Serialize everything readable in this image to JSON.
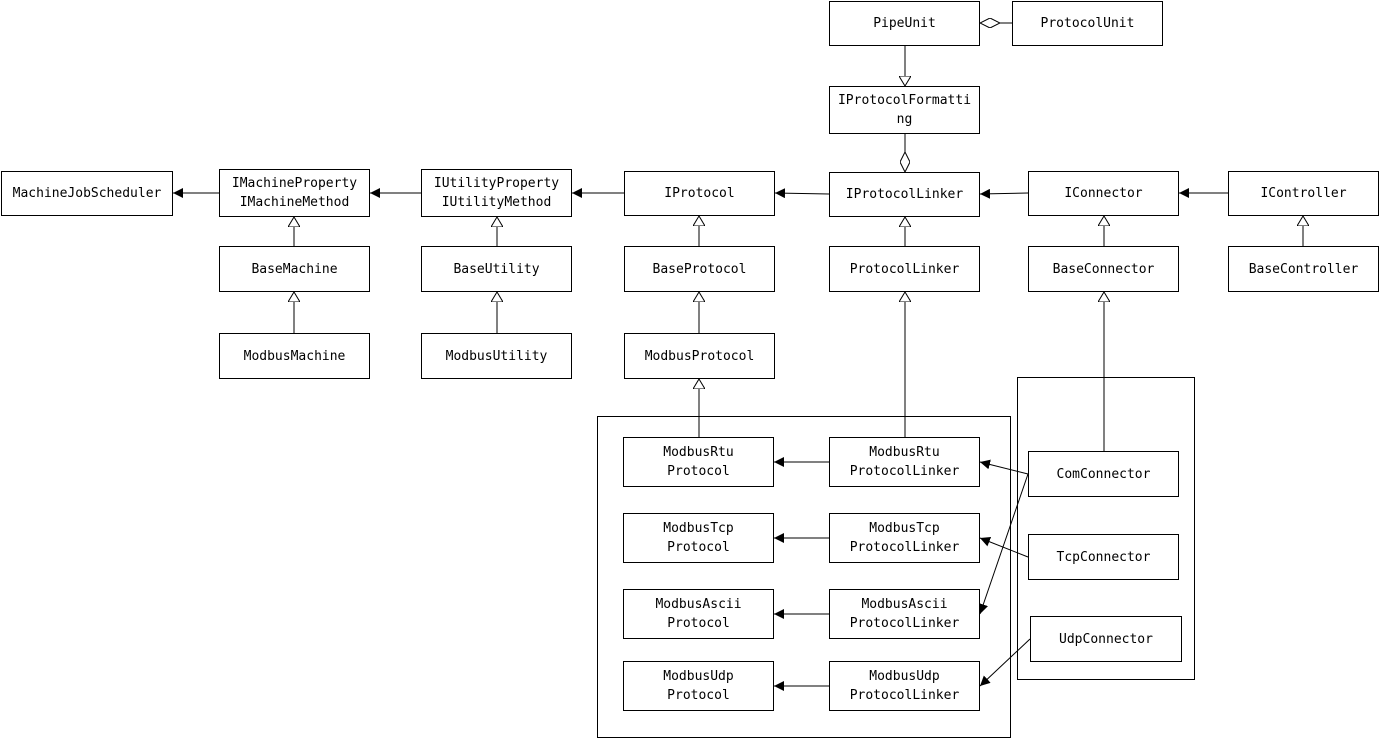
{
  "nodes": {
    "pipe_unit": "PipeUnit",
    "protocol_unit": "ProtocolUnit",
    "iprotocol_formatting": "IProtocolFormatti\nng",
    "machine_job_scheduler": "MachineJobScheduler",
    "imachine": "IMachineProperty\nIMachineMethod",
    "iutility": "IUtilityProperty\nIUtilityMethod",
    "iprotocol": "IProtocol",
    "iprotocol_linker": "IProtocolLinker",
    "iconnector": "IConnector",
    "icontroller": "IController",
    "base_machine": "BaseMachine",
    "base_utility": "BaseUtility",
    "base_protocol": "BaseProtocol",
    "protocol_linker": "ProtocolLinker",
    "base_connector": "BaseConnector",
    "base_controller": "BaseController",
    "modbus_machine": "ModbusMachine",
    "modbus_utility": "ModbusUtility",
    "modbus_protocol": "ModbusProtocol",
    "modbus_rtu_protocol": "ModbusRtu\nProtocol",
    "modbus_rtu_linker": "ModbusRtu\nProtocolLinker",
    "modbus_tcp_protocol": "ModbusTcp\nProtocol",
    "modbus_tcp_linker": "ModbusTcp\nProtocolLinker",
    "modbus_ascii_protocol": "ModbusAscii\nProtocol",
    "modbus_ascii_linker": "ModbusAscii\nProtocolLinker",
    "modbus_udp_protocol": "ModbusUdp\nProtocol",
    "modbus_udp_linker": "ModbusUdp\nProtocolLinker",
    "com_connector": "ComConnector",
    "tcp_connector": "TcpConnector",
    "udp_connector": "UdpConnector"
  }
}
